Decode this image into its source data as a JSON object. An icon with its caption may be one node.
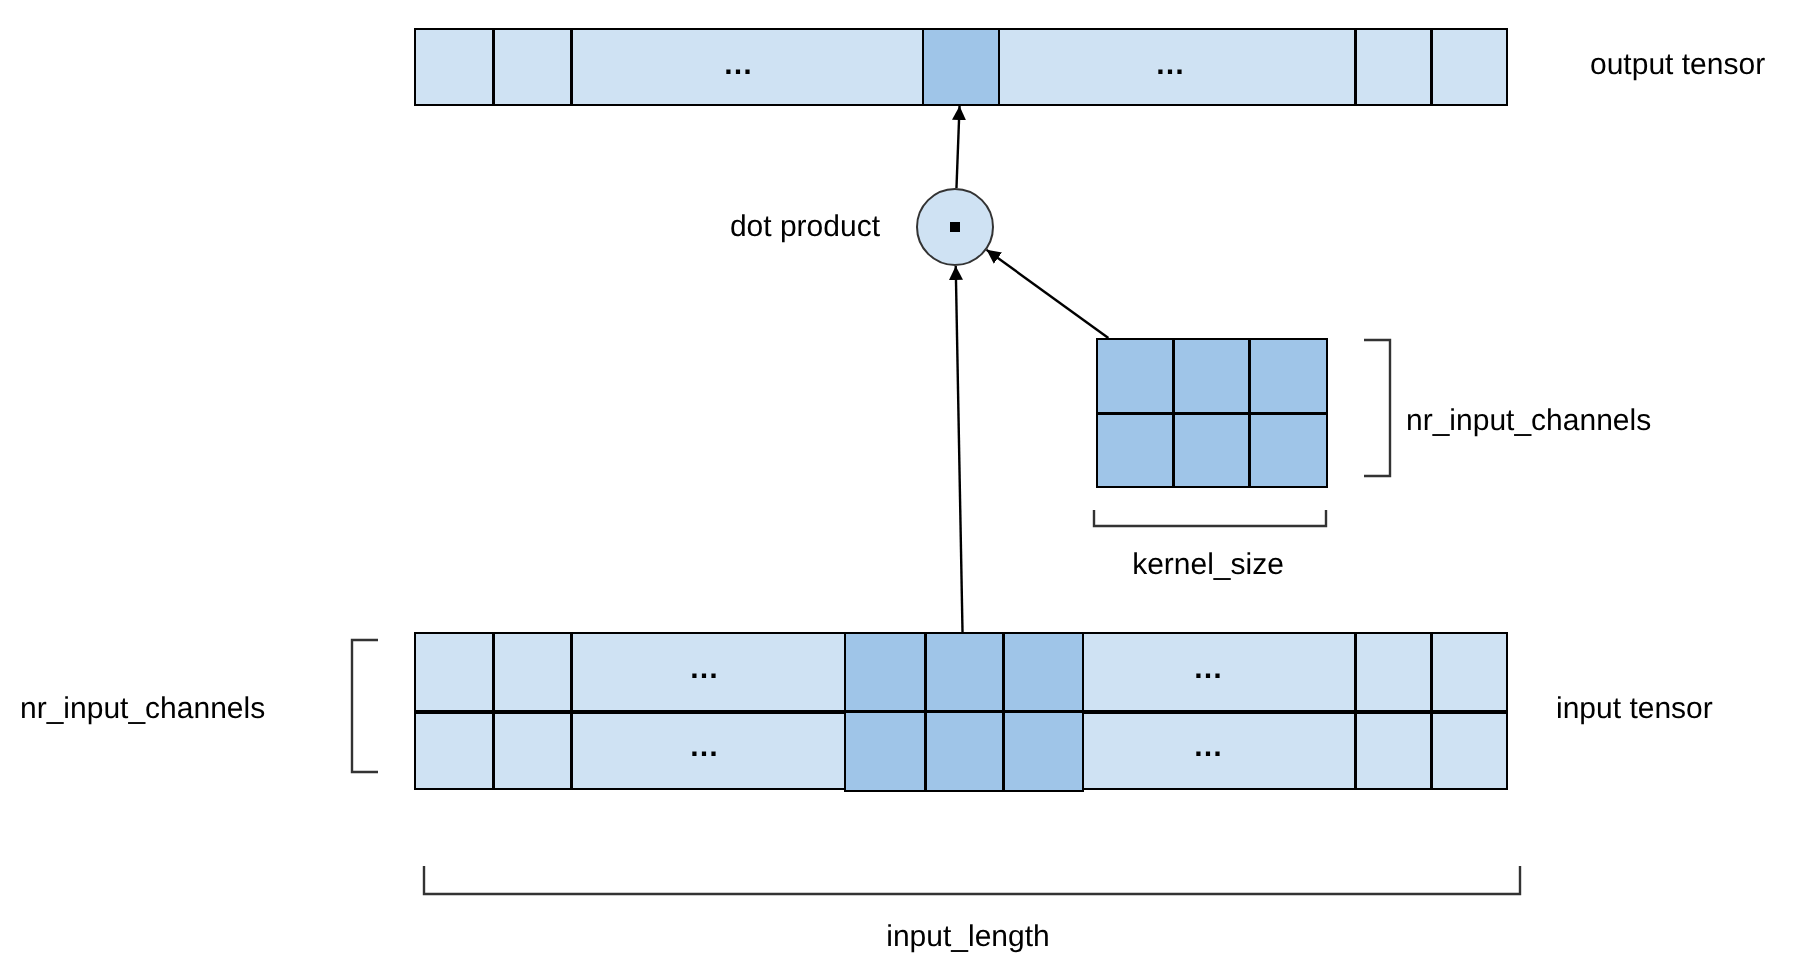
{
  "diagram": {
    "nodes": [
      {
        "text": [],
        "shape": "box"
      },
      {
        "text": [],
        "shape": "circle",
        "beside": [
          "dot product"
        ]
      },
      {
        "text": [],
        "shape": "box"
      },
      {
        "text": [],
        "shape": "box"
      }
    ],
    "edges": [
      {
        "from": 1,
        "to": 0,
        "arrow": "to"
      },
      {
        "from": 2,
        "to": 1,
        "arrow": "to"
      },
      {
        "from": 3,
        "to": 1,
        "arrow": "to"
      }
    ],
    "labels": [
      "…",
      "…",
      "output tensor",
      "nr_input_channels",
      "kernel_size",
      "nr_input_channels",
      "…",
      "…",
      "input tensor",
      "…",
      "…",
      "input_length"
    ]
  }
}
